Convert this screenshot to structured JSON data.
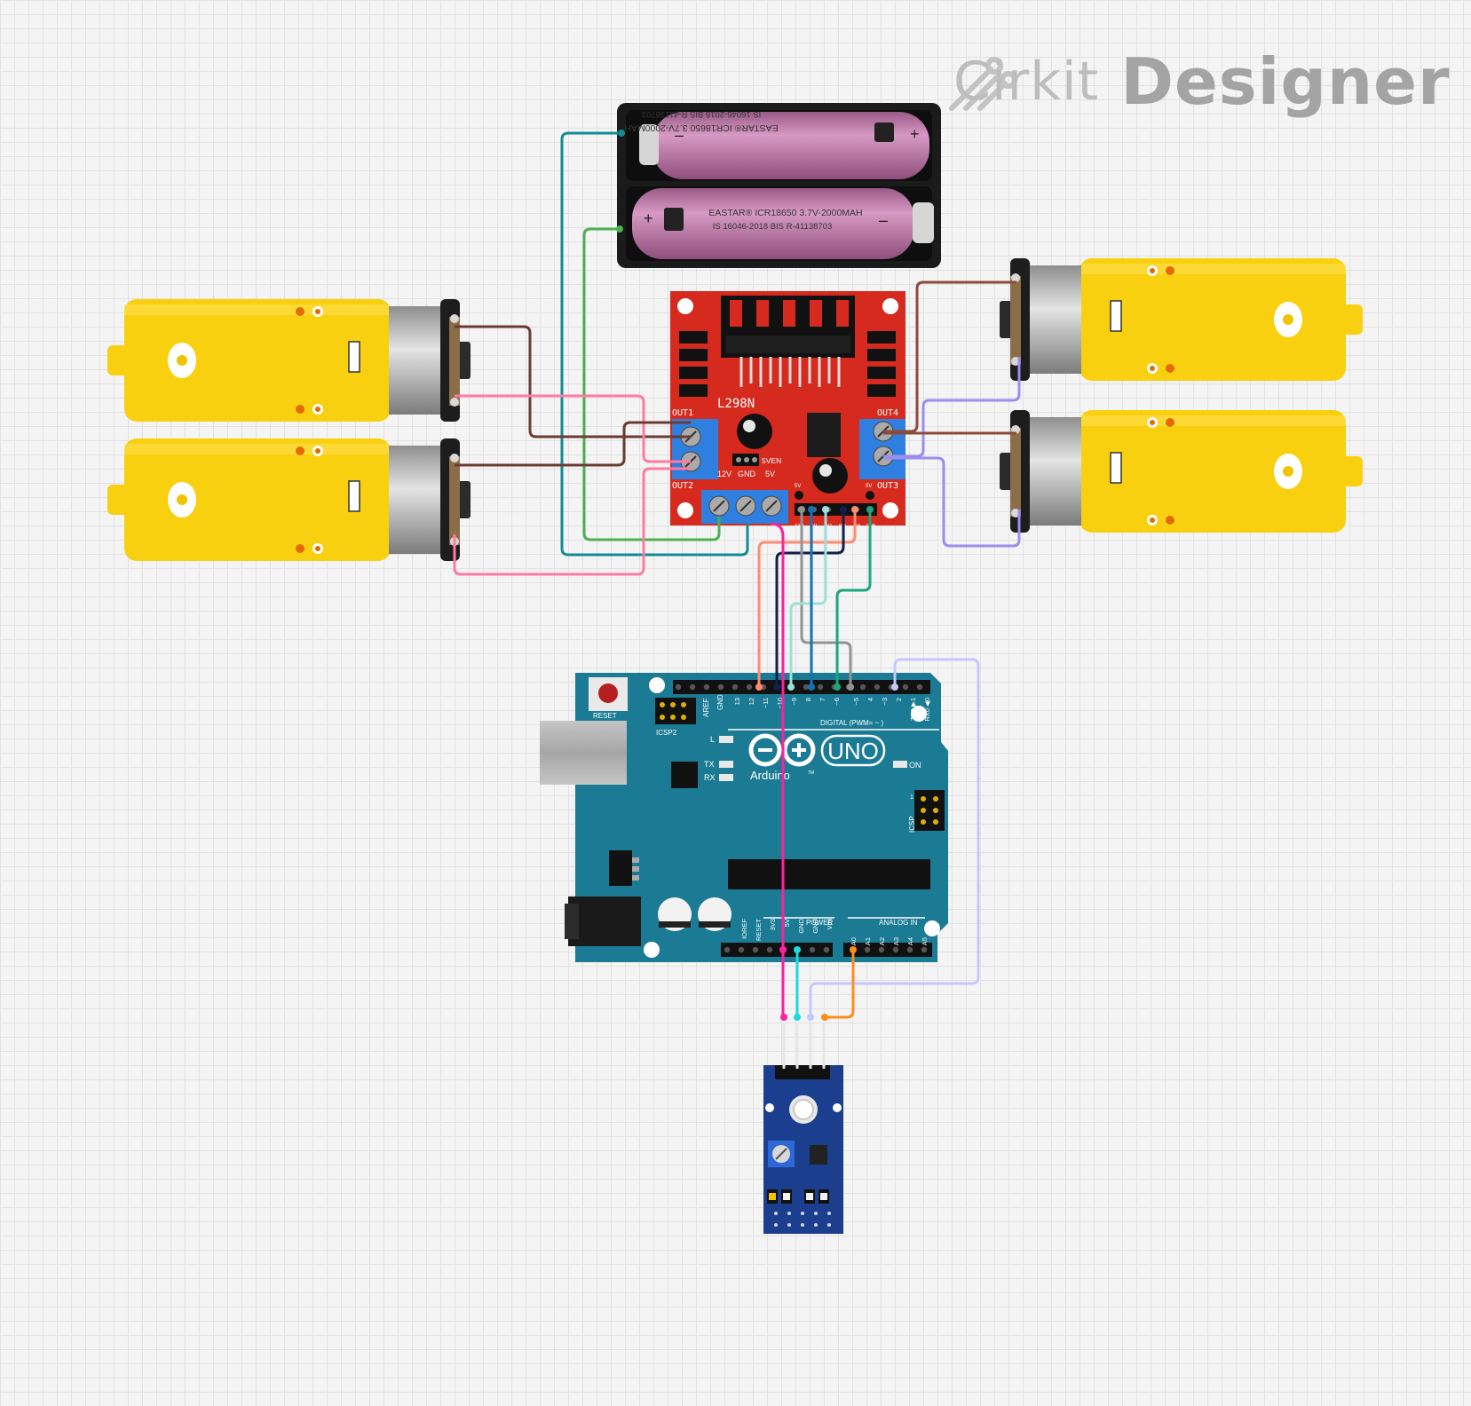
{
  "app": {
    "brand_primary": "Cirkit",
    "brand_secondary": "Designer",
    "brand_icon": "circuit-traces-icon"
  },
  "battery": {
    "cell_top": {
      "line1": "EASTAR® ICR18650 3.7V-2000MAH",
      "line2": "IS 16046-2018 BIS R-41138703",
      "plus": "+",
      "minus": "–"
    },
    "cell_bottom": {
      "line1": "EASTAR® ICR18650 3.7V-2000MAH",
      "line2": "IS 16046-2018 BIS R-41138703",
      "plus": "+",
      "minus": "–"
    }
  },
  "driver": {
    "title": "L298N",
    "out1": "OUT1",
    "out2": "OUT2",
    "out3": "OUT3",
    "out4": "OUT4",
    "v12": "12V",
    "gnd": "GND",
    "v5": "5V",
    "v5en": "5VEN",
    "ena_5v": "5V",
    "enb_5v": "5V",
    "input_pins": [
      "ENA",
      "IN1",
      "IN2",
      "IN3",
      "IN4",
      "ENB"
    ]
  },
  "arduino": {
    "reset": "RESET",
    "icsp2": "ICSP2",
    "aref": "AREF",
    "gnd_top": "GND",
    "digital_pins": [
      "13",
      "12",
      "~11",
      "~10",
      "~9",
      "8",
      "7",
      "~6",
      "~5",
      "4",
      "~3",
      "2",
      "TX0 ▶1",
      "RX0 ◀0"
    ],
    "digital_label": "DIGITAL (PWM= ~ )",
    "led_l": "L",
    "led_tx": "TX",
    "led_rx": "RX",
    "on": "ON",
    "model": "UNO",
    "brand": "Arduino",
    "tm": "TM",
    "icsp": "ICSP",
    "icsp_pin1": "1",
    "power_label": "POWER",
    "analog_label": "ANALOG IN",
    "power_pins": [
      "IOREF",
      "RESET",
      "3V3",
      "5V",
      "GND",
      "GND",
      "VIN"
    ],
    "analog_pins": [
      "A0",
      "A1",
      "A2",
      "A3",
      "A4",
      "A5"
    ]
  },
  "colors": {
    "driver_board": "#d62a1e",
    "arduino_board": "#1b7b94",
    "motor_body": "#f9d00f",
    "sensor_board": "#1b3f8e",
    "battery_cell": "#b86fa2"
  }
}
